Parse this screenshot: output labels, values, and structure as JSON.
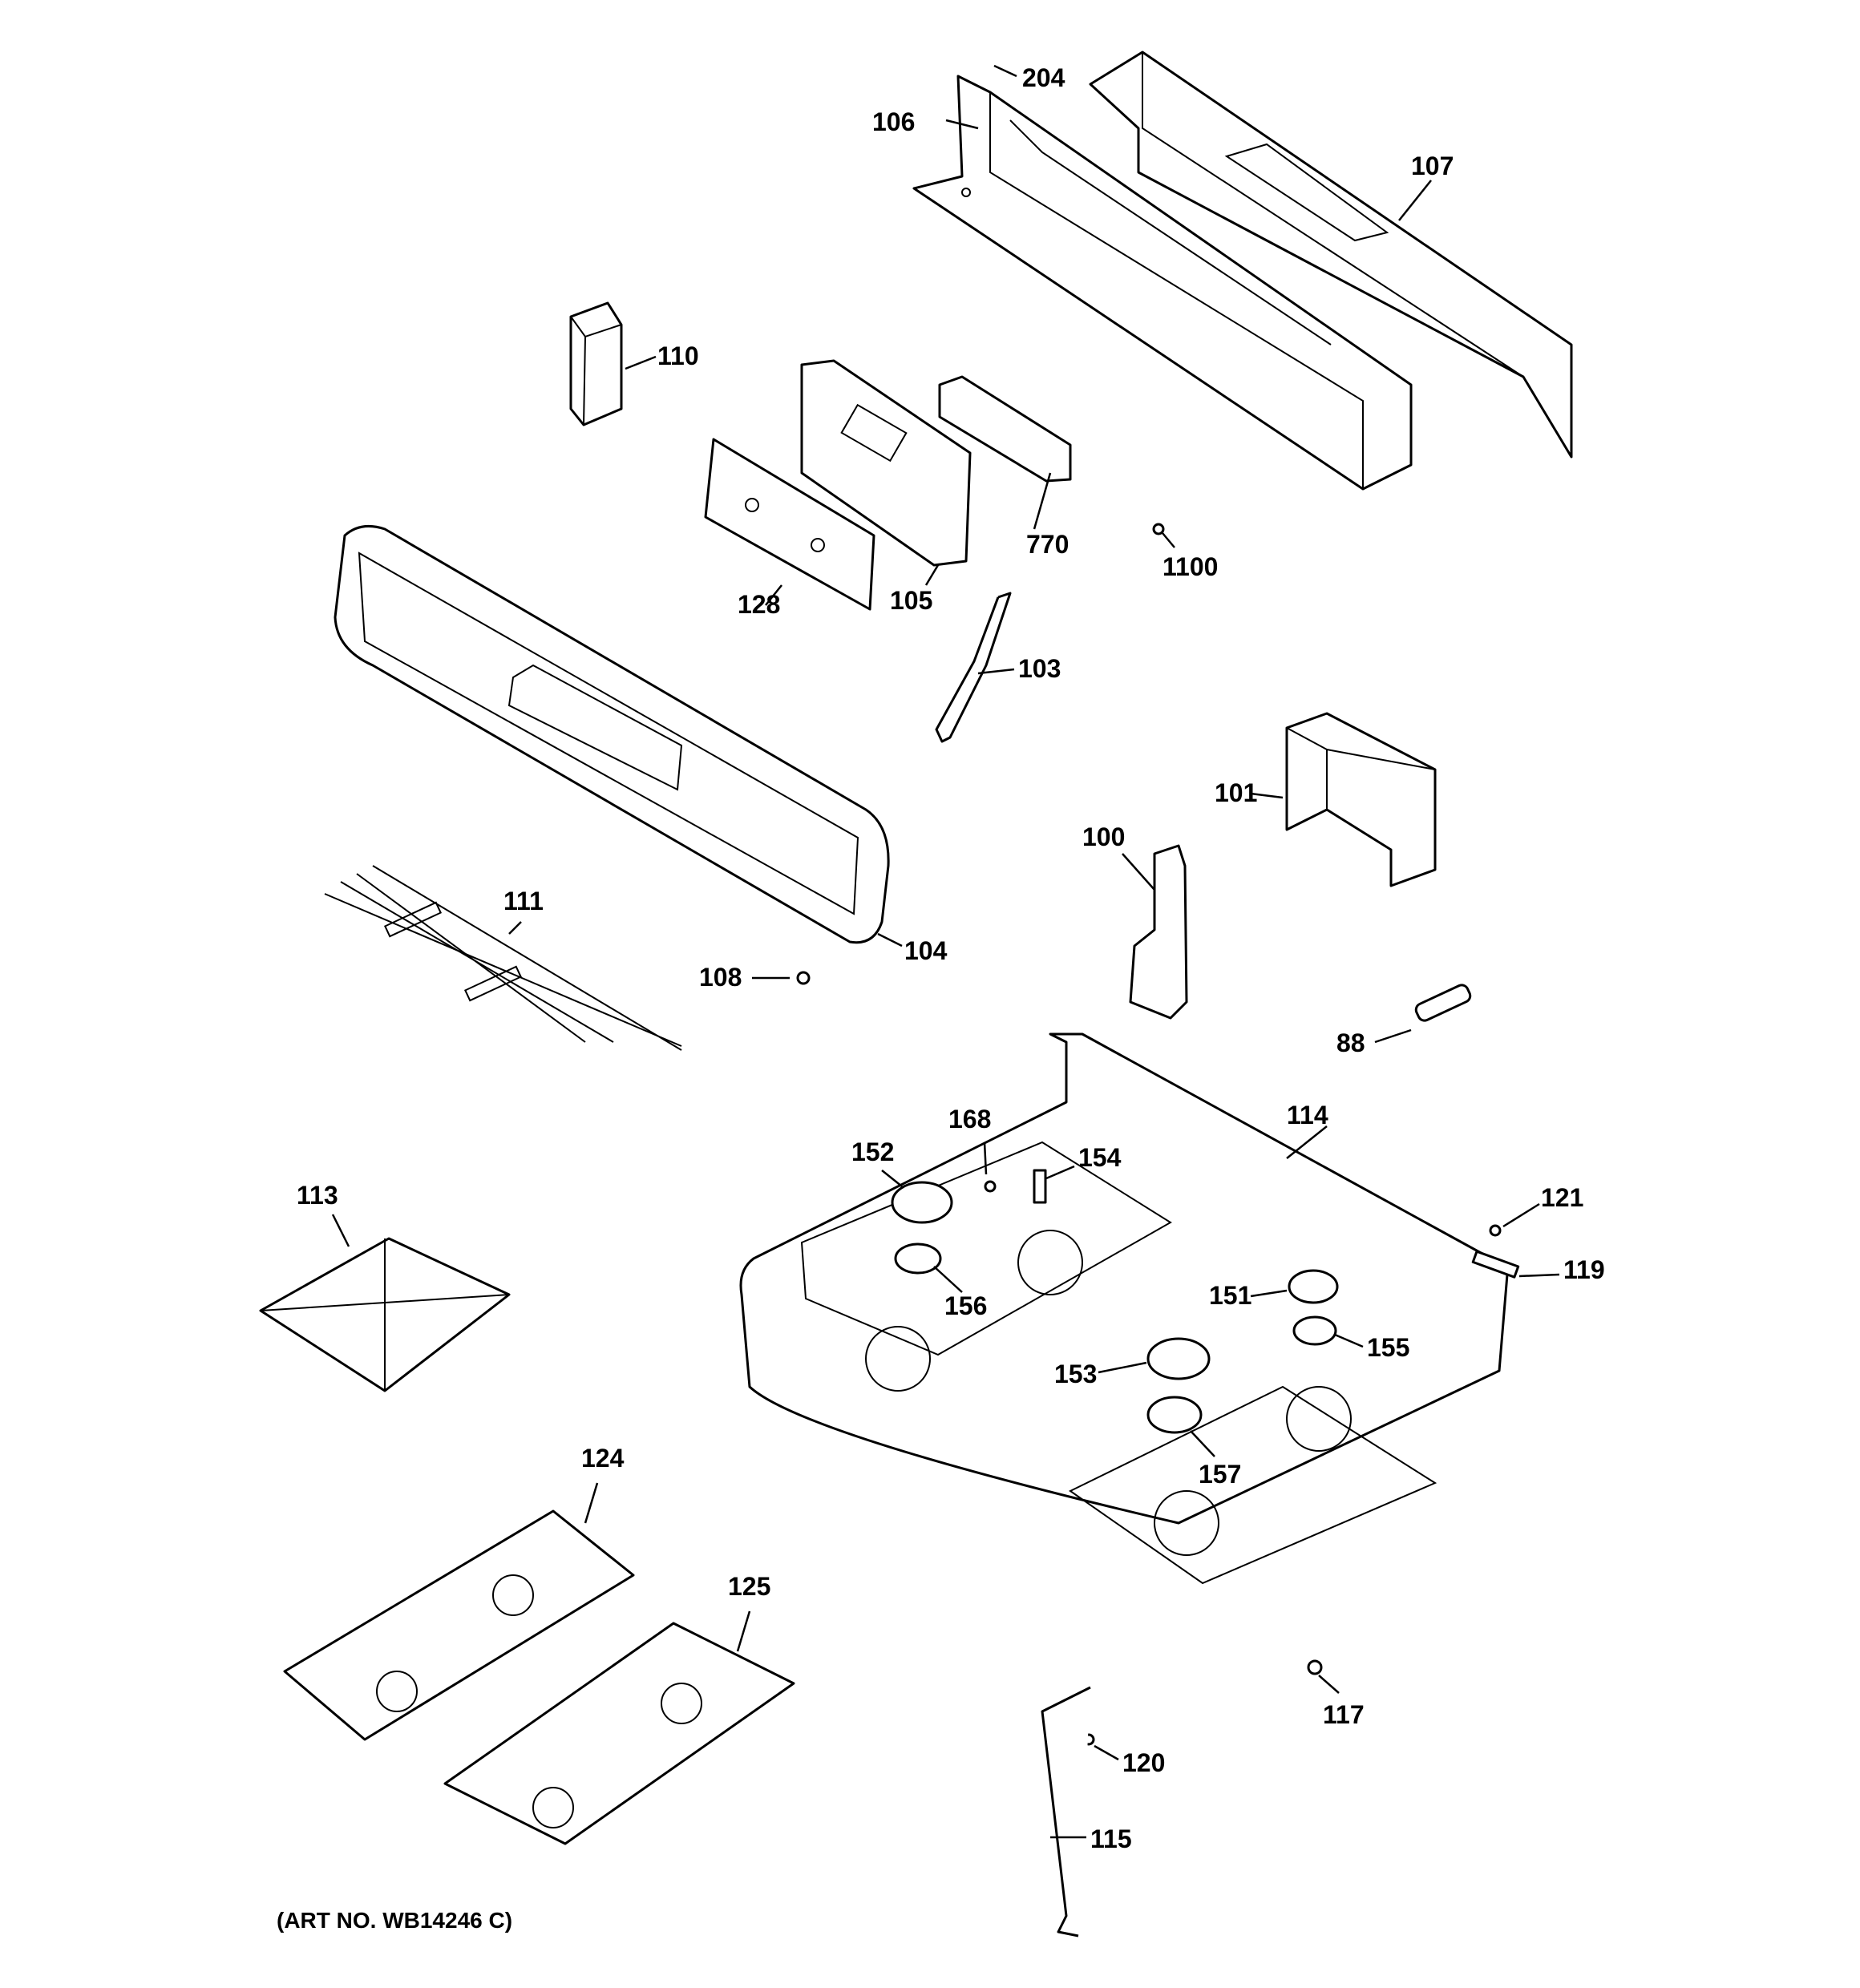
{
  "labels": {
    "p204": "204",
    "p106": "106",
    "p107": "107",
    "p110": "110",
    "p770": "770",
    "p105": "105",
    "p128": "128",
    "p1100": "1100",
    "p103": "103",
    "p101": "101",
    "p100": "100",
    "p104": "104",
    "p111": "111",
    "p108": "108",
    "p88": "88",
    "p114": "114",
    "p168": "168",
    "p152": "152",
    "p154": "154",
    "p121": "121",
    "p113": "113",
    "p119": "119",
    "p151": "151",
    "p156": "156",
    "p155": "155",
    "p153": "153",
    "p157": "157",
    "p124": "124",
    "p125": "125",
    "p117": "117",
    "p120": "120",
    "p115": "115"
  },
  "art_number": "(ART NO. WB14246 C)"
}
